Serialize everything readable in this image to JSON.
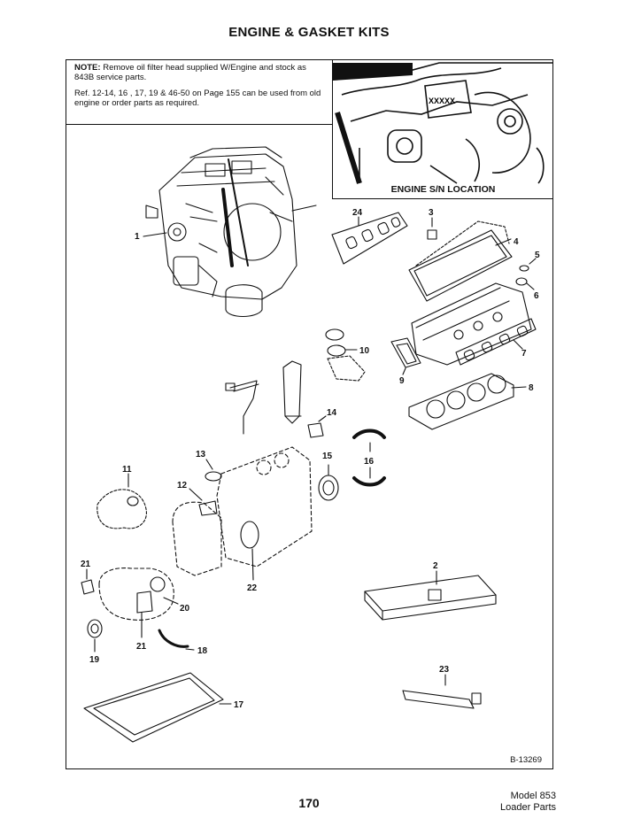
{
  "header": {
    "title": "ENGINE & GASKET KITS"
  },
  "note": {
    "lead": "NOTE:",
    "line1": "Remove oil filter head supplied W/Engine and stock as 843B service parts.",
    "line2": "Ref. 12-14, 16 , 17, 19 & 46-50 on Page 155 can be used from old engine or order parts as required."
  },
  "serial_panel": {
    "label": "ENGINE S/N LOCATION",
    "stamp": "XXXXX"
  },
  "callouts": {
    "c1": "1",
    "c2": "2",
    "c3": "3",
    "c4": "4",
    "c5": "5",
    "c6": "6",
    "c7": "7",
    "c8": "8",
    "c9": "9",
    "c10": "10",
    "c11": "11",
    "c12": "12",
    "c13": "13",
    "c14": "14",
    "c15": "15",
    "c16": "16",
    "c17": "17",
    "c18": "18",
    "c19": "19",
    "c20": "20",
    "c21a": "21",
    "c21b": "21",
    "c22": "22",
    "c23": "23",
    "c24": "24"
  },
  "footer": {
    "ref_code": "B-13269",
    "page_number": "170",
    "model": "Model 853",
    "section": "Loader Parts"
  }
}
